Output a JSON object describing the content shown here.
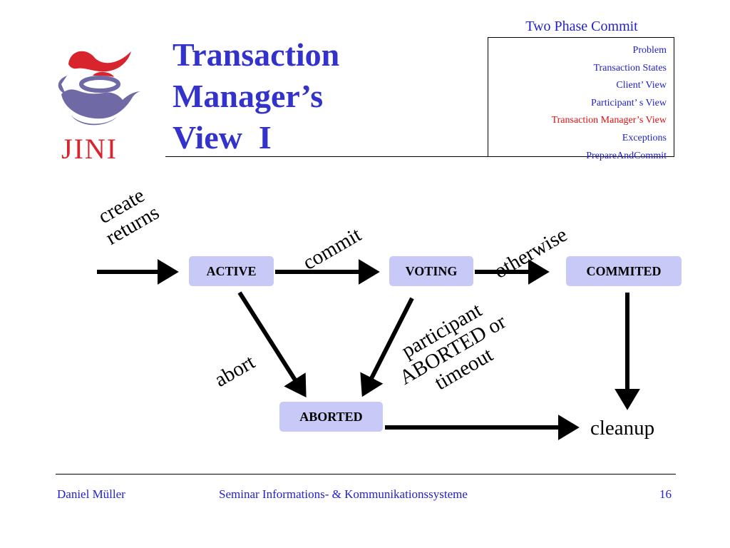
{
  "logo": {
    "text": "JINI",
    "icon": "jini-lamp-icon"
  },
  "title": {
    "line1": "Transaction",
    "line2": "Manager’s",
    "line3": "View  I"
  },
  "nav": {
    "heading": "Two Phase Commit",
    "items": [
      {
        "label": "Problem"
      },
      {
        "label": "Transaction States"
      },
      {
        "label": "Client’ View"
      },
      {
        "label": "Participant’ s View"
      },
      {
        "label": "Transaction Manager’s View"
      },
      {
        "label": "Exceptions"
      },
      {
        "label": "PrepareAndCommit"
      }
    ],
    "active_color": "#e01010",
    "link_color": "#2222cc"
  },
  "diagram": {
    "states": {
      "active": "ACTIVE",
      "voting": "VOTING",
      "commited": "COMMITED",
      "aborted": "ABORTED"
    },
    "terminal": "cleanup",
    "labels": {
      "create": "create",
      "returns": "returns",
      "commit": "commit",
      "otherwise": "otherwise",
      "abort": "abort",
      "participant": "participant",
      "aborted_or": "ABORTED or",
      "timeout": "timeout"
    },
    "state_fill": "#c9c9f7"
  },
  "footer": {
    "author": "Daniel Müller",
    "seminar": "Seminar Informations- & Kommunikationssysteme",
    "page": "16"
  }
}
